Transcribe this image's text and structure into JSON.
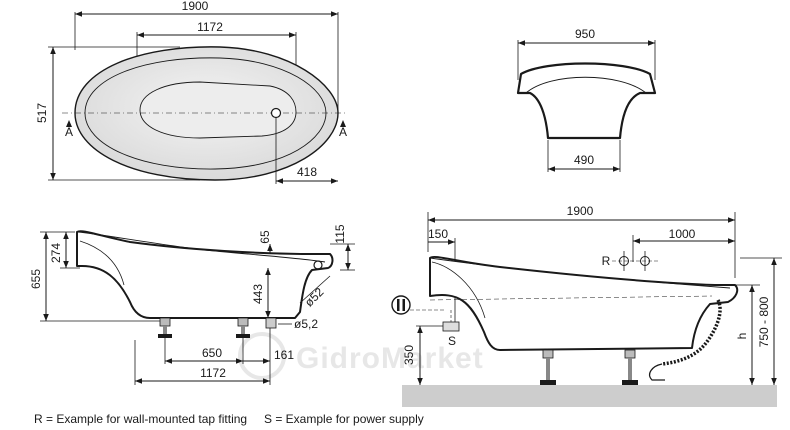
{
  "top_view": {
    "length": "1900",
    "inner_length": "1172",
    "width": "517",
    "drain_offset": "418",
    "section_marker_left": "A",
    "section_marker_right": "A"
  },
  "end_section": {
    "top_width": "950",
    "bottom_width": "490"
  },
  "side_section": {
    "height_total": "655",
    "rim_height": "274",
    "rim_right_65": "65",
    "rim_right_115": "115",
    "overflow_height": "443",
    "overflow_diameter": "ø52",
    "waste_diameter": "ø5,2",
    "foot_spacing": "650",
    "foot_offset": "161",
    "base_length": "1172"
  },
  "installation_view": {
    "length": "1900",
    "tap_distance": "1000",
    "power_offset": "150",
    "tap_marker": "R",
    "power_marker": "S",
    "power_height": "350",
    "height_range": "750 - 800",
    "height_var": "h"
  },
  "watermark": "GidroMarket",
  "legend": {
    "r_note": "R = Example for wall-mounted tap fitting",
    "s_note": "S = Example for power supply"
  },
  "colors": {
    "line": "#1a1a1a",
    "tub_fill": "#e4e4e4",
    "floor_fill": "#cdcdcd",
    "watermark": "#d4d4d4"
  }
}
